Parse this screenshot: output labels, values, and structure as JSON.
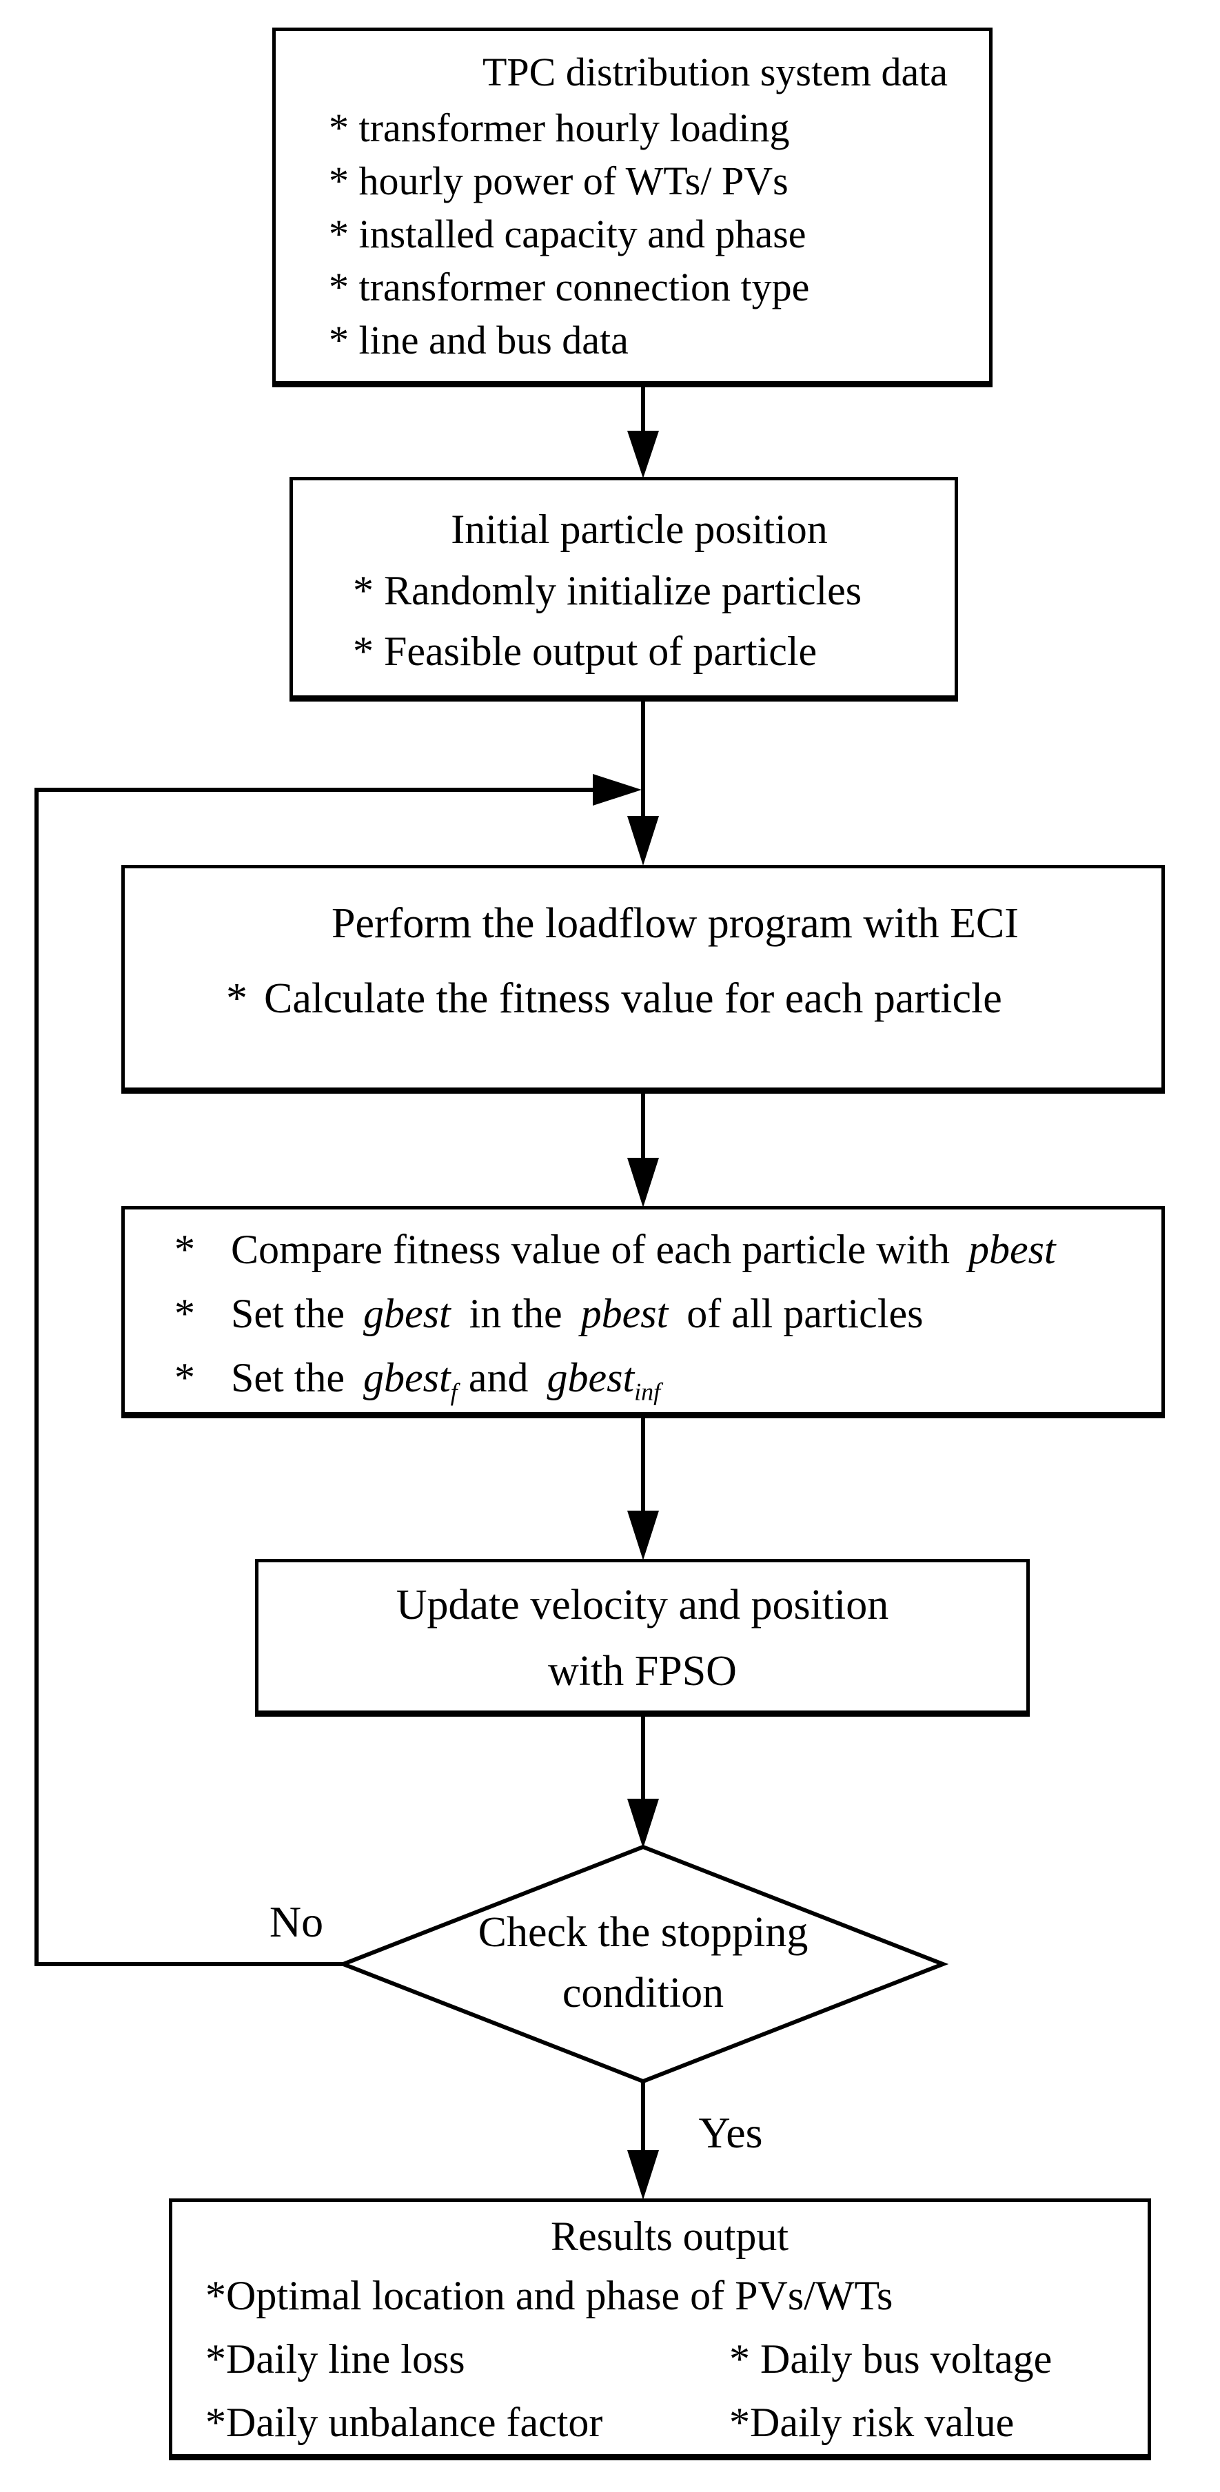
{
  "page": {
    "background": "#ffffff",
    "ink": "#000000"
  },
  "boxes": {
    "input": {
      "title": "TPC distribution system data",
      "items": [
        "* transformer hourly loading",
        "* hourly power of WTs/ PVs",
        "* installed capacity and phase",
        "* transformer connection type",
        "* line and bus data"
      ]
    },
    "init": {
      "title": "Initial particle position",
      "items": [
        "* Randomly initialize particles",
        "* Feasible output of particle"
      ]
    },
    "loadflow": {
      "title": "Perform the loadflow program with ECI",
      "bullet_star": "*",
      "bullet_text": "Calculate the fitness value for each particle"
    },
    "compare": {
      "l1": {
        "star": "*",
        "a": "Compare fitness value of each particle with",
        "term": "pbest"
      },
      "l2": {
        "star": "*",
        "a": "Set the",
        "b": "gbest",
        "c": "in the",
        "d": "pbest",
        "e": "of all particles"
      },
      "l3": {
        "star": "*",
        "a": "Set the",
        "b": "gbest",
        "bsub": "f",
        "c": "and",
        "d": "gbest",
        "dsub": "inf"
      }
    },
    "update": {
      "line1": "Update velocity and position",
      "line2": "with FPSO"
    },
    "decision": {
      "text": "Check the stopping condition",
      "label_no": "No",
      "label_yes": "Yes"
    },
    "results": {
      "title": "Results output",
      "row1": "*Optimal location and phase of PVs/WTs",
      "row2_left": "*Daily line loss",
      "row2_right": "* Daily bus voltage",
      "row3_left": "*Daily unbalance factor",
      "row3_right": "*Daily risk value"
    }
  }
}
